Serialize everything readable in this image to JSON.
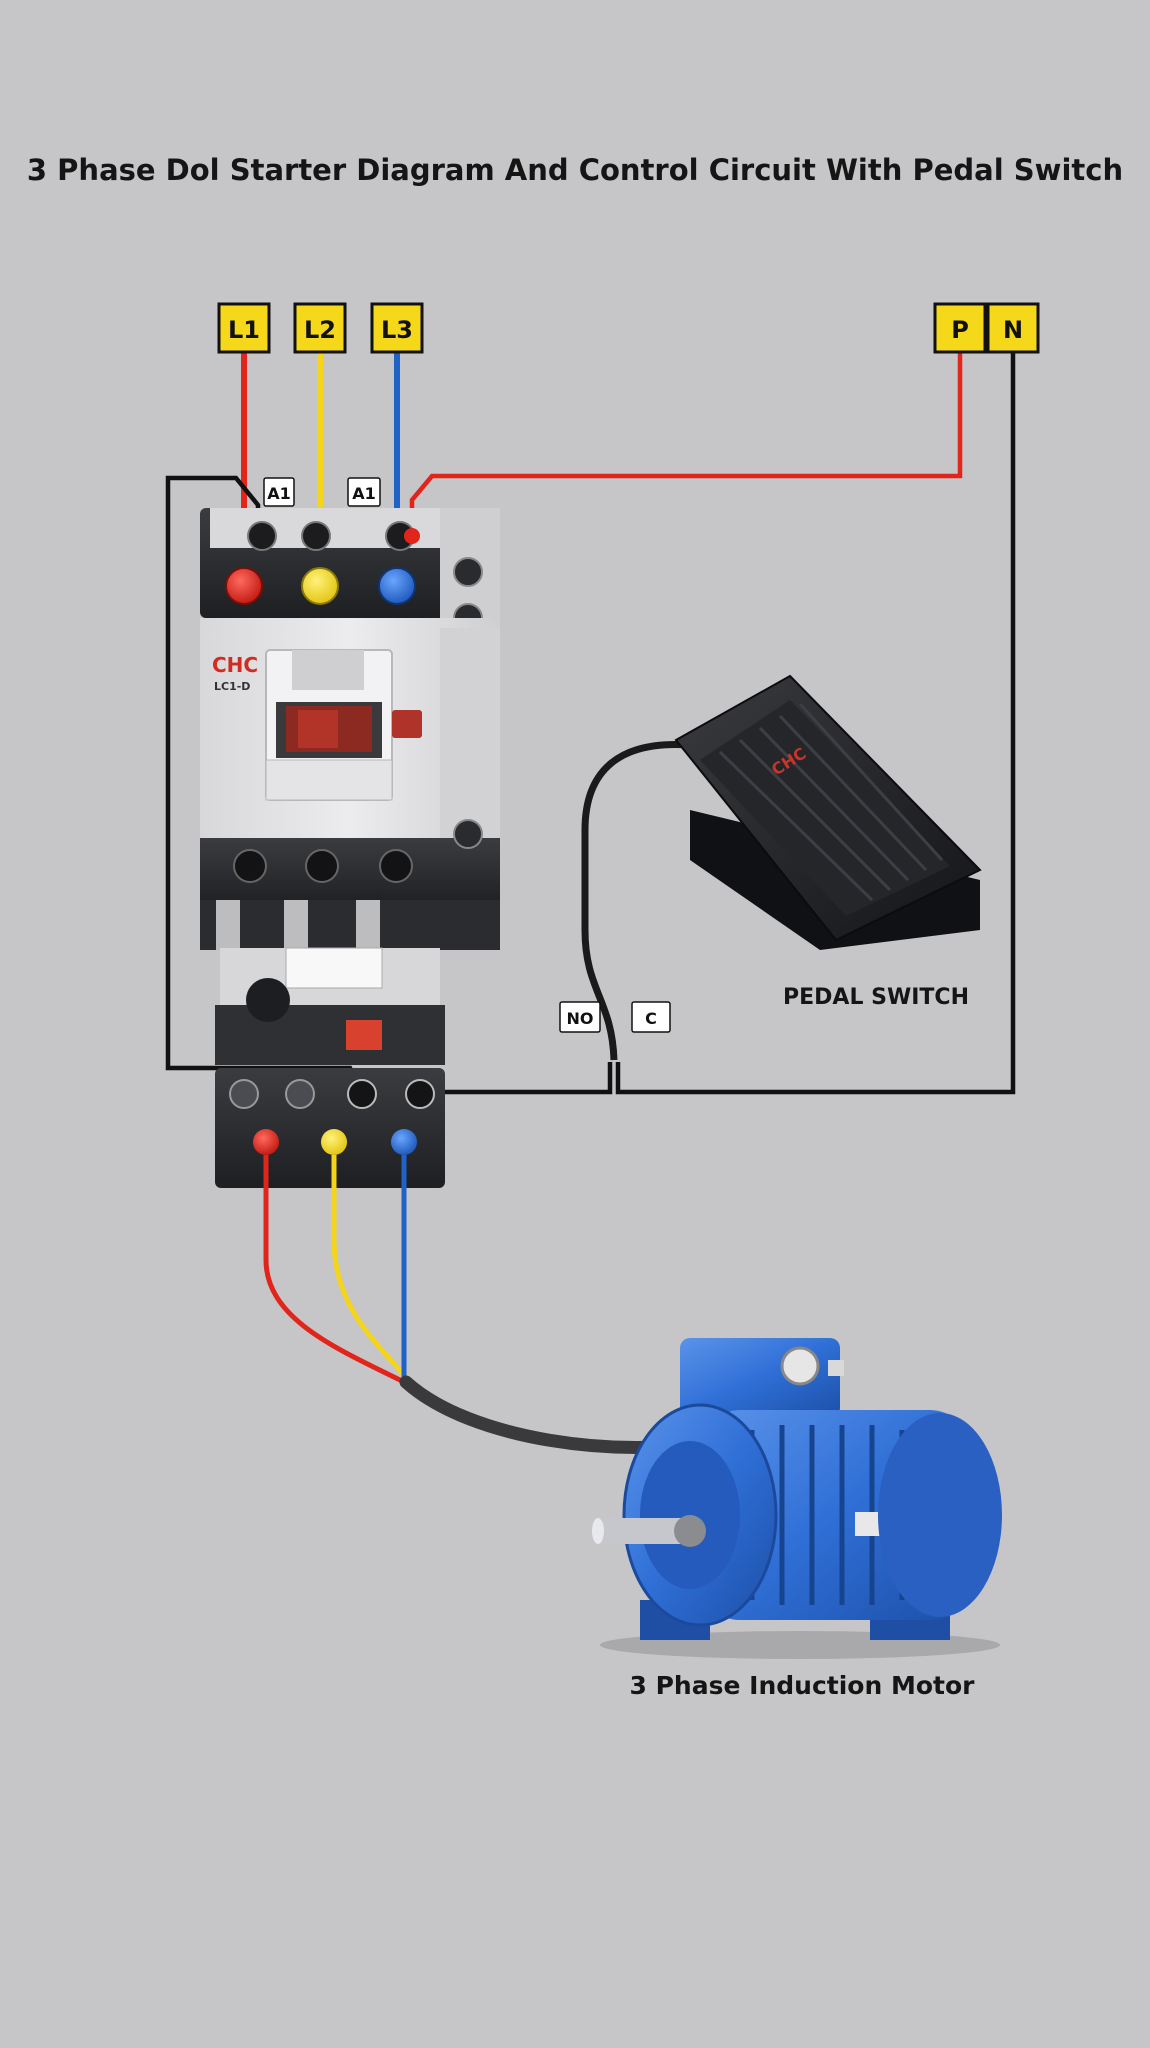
{
  "title": "3 Phase Dol Starter Diagram And Control Circuit With Pedal Switch",
  "terminals": {
    "l1": "L1",
    "l2": "L2",
    "l3": "L3",
    "p": "P",
    "n": "N"
  },
  "coil_labels": {
    "a1_left": "A1",
    "a1_right": "A1"
  },
  "contactor": {
    "brand": "CHC",
    "model": "LC1-D"
  },
  "pedal": {
    "brand": "CHC",
    "label": "PEDAL SWITCH",
    "no_label": "NO",
    "c_label": "C"
  },
  "motor": {
    "label": "3 Phase Induction Motor"
  },
  "colors": {
    "background": "#c6c6c8",
    "phase_l1": "#e1251b",
    "phase_l2": "#f4d51a",
    "phase_l3": "#1f63c9",
    "neutral": "#111111",
    "terminal_tag": "#f6d81a",
    "motor": "#2f6fd6"
  }
}
